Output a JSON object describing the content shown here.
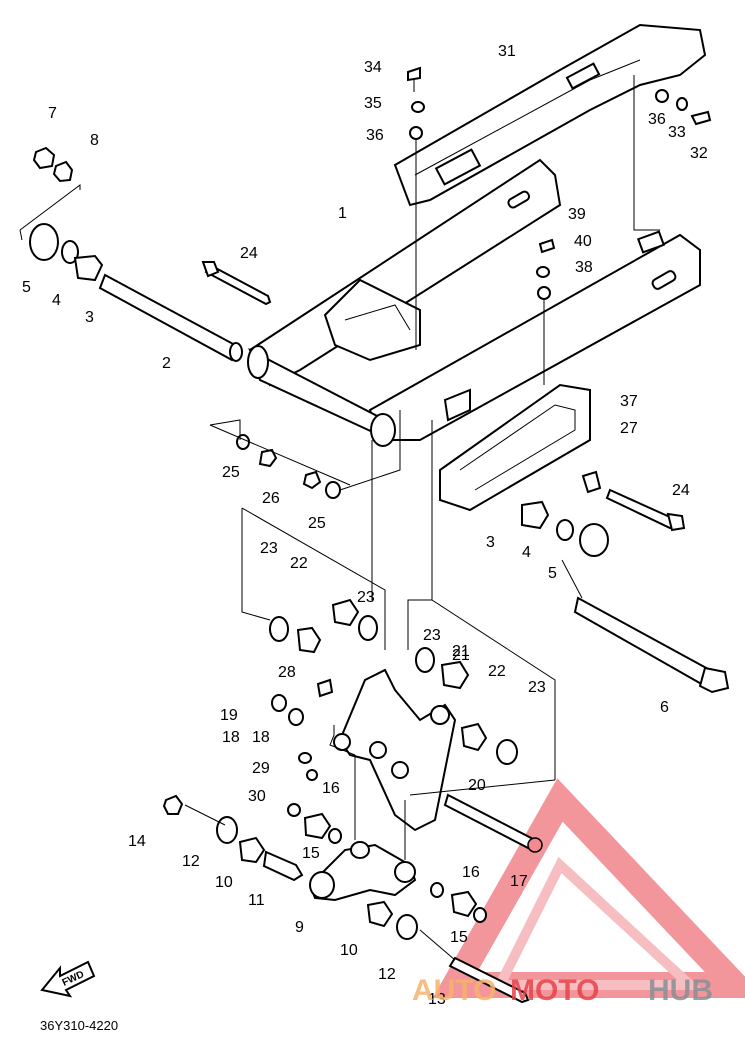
{
  "diagram": {
    "code": "36Y310-4220",
    "fwd_label": "FWD",
    "labels": [
      "1",
      "2",
      "3",
      "4",
      "5",
      "6",
      "7",
      "8",
      "9",
      "10",
      "11",
      "12",
      "13",
      "14",
      "15",
      "16",
      "17",
      "18",
      "19",
      "20",
      "21",
      "22",
      "23",
      "24",
      "25",
      "26",
      "27",
      "28",
      "29",
      "30",
      "31",
      "32",
      "33",
      "34",
      "35",
      "36",
      "37",
      "38",
      "39",
      "40"
    ]
  },
  "watermark": {
    "auto": "AUTO",
    "moto": "MOTO",
    "hub": "HUB",
    "colors": {
      "auto": "#f7b26b",
      "moto": "#e8424a",
      "hub": "#8a8f96",
      "triangle": "#e8424a"
    }
  }
}
